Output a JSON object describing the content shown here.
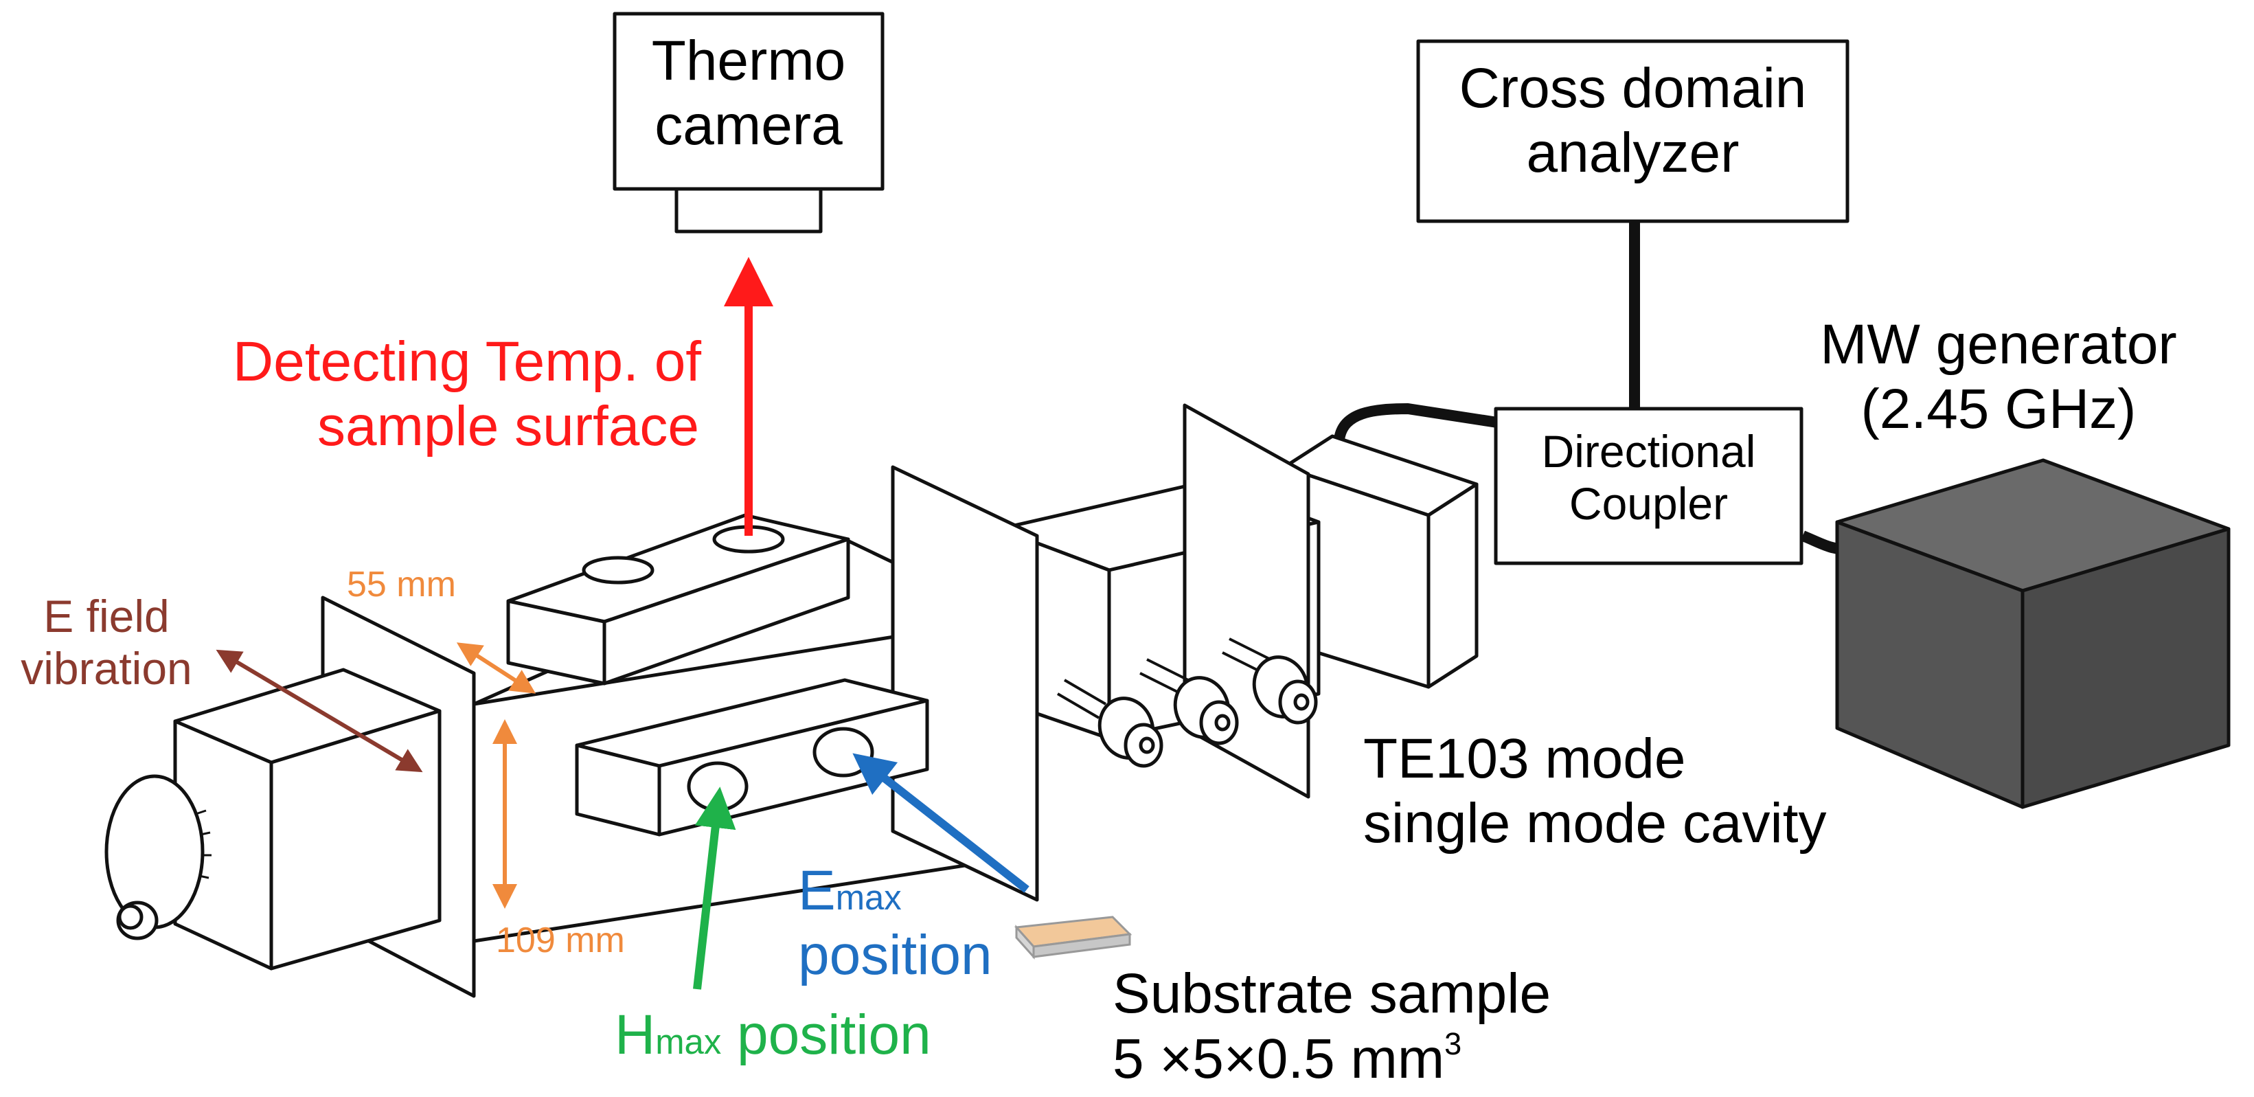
{
  "thermo_camera": {
    "line1": "Thermo",
    "line2": "camera"
  },
  "analyzer": {
    "line1": "Cross domain",
    "line2": "analyzer"
  },
  "directional_coupler": {
    "line1": "Directional",
    "line2": "Coupler"
  },
  "mw_generator": {
    "line1": "MW generator",
    "line2": "(2.45 GHz)"
  },
  "detecting": {
    "line1": "Detecting Temp. of",
    "line2": "sample surface"
  },
  "e_field": {
    "line1": "E field",
    "line2": "vibration"
  },
  "dim_width": "55 mm",
  "dim_height": "109 mm",
  "cavity": {
    "line1": "TE103 mode",
    "line2": "single mode cavity"
  },
  "emax": {
    "main": "E",
    "sub": "max",
    "line2": "position"
  },
  "hmax": {
    "main": "H",
    "sub": "max",
    "rest": " position"
  },
  "substrate": {
    "line1": "Substrate sample",
    "line2_a": "5 ×5×0.5 mm",
    "line2_sup": "3"
  },
  "colors": {
    "red": "#ff1a1a",
    "orange": "#f08a3c",
    "brown": "#8b3a2e",
    "blue": "#1f6fc2",
    "green": "#1fb24a",
    "generator_fill": "#555555",
    "sample_fill": "#f2c89a"
  }
}
